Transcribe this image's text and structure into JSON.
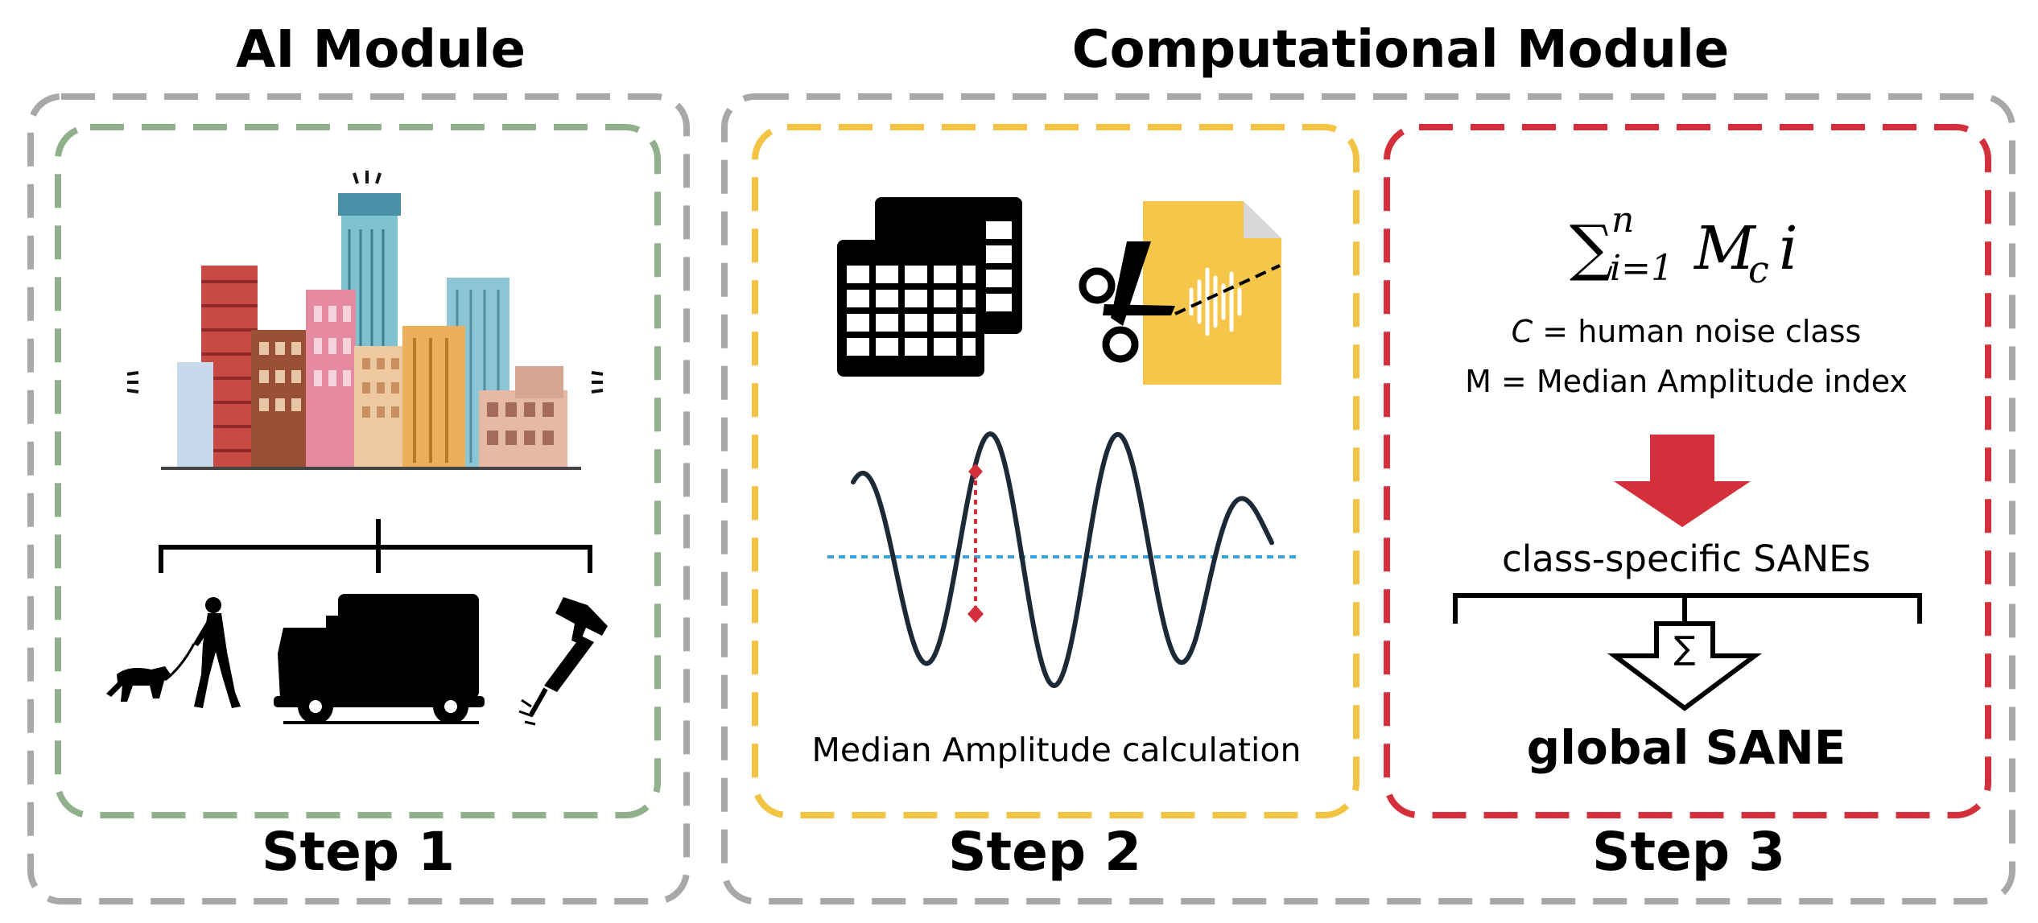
{
  "modules": {
    "ai": {
      "title": "AI Module"
    },
    "computational": {
      "title": "Computational Module"
    }
  },
  "steps": [
    {
      "label": "Step 1",
      "color": "#8fb08a"
    },
    {
      "label": "Step 2",
      "color": "#f3c443"
    },
    {
      "label": "Step 3",
      "color": "#d4303c"
    }
  ],
  "step2": {
    "caption": "Median Amplitude calculation",
    "median_line_color": "#3aa0d8",
    "peak_marker_color": "#d4303c",
    "wave_color": "#1b2a36"
  },
  "step3": {
    "formula": {
      "sum": "∑",
      "sub": "i=1",
      "sup": "n",
      "term": "M",
      "term_sub": "c",
      "tail": "i"
    },
    "legend_c_var": "C",
    "legend_c_rest": " = human noise class",
    "legend_m": "M = Median Amplitude index",
    "class_specific": "class-specific SANEs",
    "sigma_symbol": "∑",
    "global": "global SANE",
    "arrow_color": "#d4303c"
  },
  "colors": {
    "outer_border": "#a8a8a8"
  },
  "icons": [
    "city-buildings-icon",
    "person-walking-dog-icon",
    "truck-icon",
    "jackhammer-icon",
    "tables-icon",
    "audio-file-cut-icon",
    "scissors-icon",
    "waveform-icon"
  ]
}
